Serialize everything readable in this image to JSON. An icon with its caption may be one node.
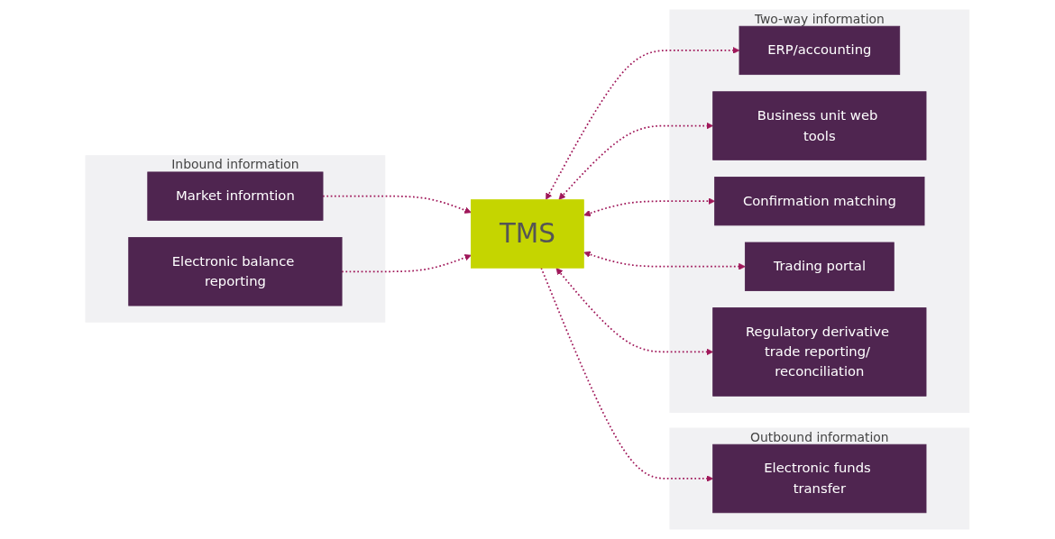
{
  "diagram": {
    "nodes": [
      {
        "text": [
          "Inbound information"
        ]
      },
      {
        "text": [
          "Market informtion"
        ],
        "in": 0
      },
      {
        "text": [
          "Electronic balance reporting"
        ],
        "in": 0
      },
      {
        "text": [
          "Outbound information"
        ]
      },
      {
        "text": [
          "Electronic funds transfer"
        ],
        "in": 3
      },
      {
        "text": [
          "TMS"
        ]
      },
      {
        "text": [
          "Two-way information"
        ]
      },
      {
        "text": [
          "ERP/accounting"
        ],
        "in": 6
      },
      {
        "text": [
          "Business unit web tools"
        ],
        "in": 6
      },
      {
        "text": [
          "Confirmation matching"
        ],
        "in": 6
      },
      {
        "text": [
          "Trading portal"
        ],
        "in": 6
      },
      {
        "text": [
          "Regulatory derivative trade reporting/ reconciliation"
        ],
        "in": 6
      }
    ],
    "edges": [
      {
        "from": 1,
        "to": 5,
        "arrow": "to",
        "style": "dashed"
      },
      {
        "from": 2,
        "to": 5,
        "arrow": "to",
        "style": "dashed"
      },
      {
        "from": 5,
        "to": 4,
        "arrow": "to",
        "style": "dashed"
      },
      {
        "from": 5,
        "to": 7,
        "arrow": "both",
        "style": "dashed"
      },
      {
        "from": 5,
        "to": 8,
        "arrow": "both",
        "style": "dashed"
      },
      {
        "from": 5,
        "to": 9,
        "arrow": "both",
        "style": "dashed"
      },
      {
        "from": 5,
        "to": 10,
        "arrow": "both",
        "style": "dashed"
      },
      {
        "from": 5,
        "to": 11,
        "arrow": "both",
        "style": "dashed"
      }
    ]
  }
}
